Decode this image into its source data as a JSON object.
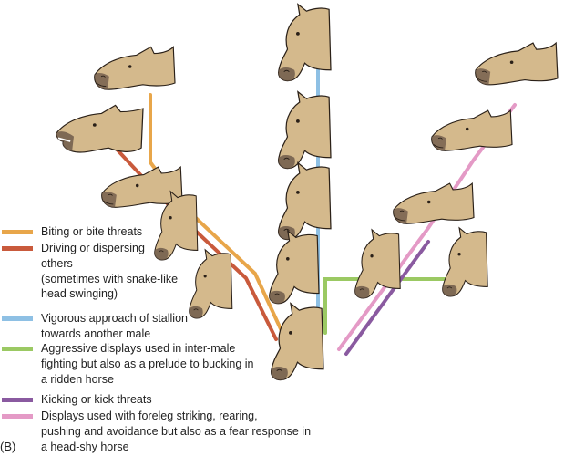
{
  "panel_label": "(B)",
  "legend": [
    {
      "color": "#e8a64a",
      "lines": [
        "Biting or bite threats"
      ]
    },
    {
      "color": "#c95a3c",
      "lines": [
        "Driving or dispersing",
        "others",
        "(sometimes with snake-like",
        "head swinging)"
      ]
    },
    {
      "color": "#8ec0e4",
      "lines": [
        "Vigorous approach of stallion",
        "towards another male"
      ]
    },
    {
      "color": "#9bc963",
      "lines": [
        "Aggressive displays used in inter-male",
        "fighting but also as a prelude to bucking in",
        "a ridden horse"
      ]
    },
    {
      "color": "#8a5aa0",
      "lines": [
        "Kicking or kick threats"
      ]
    },
    {
      "color": "#e49ac6",
      "lines": [
        "Displays used with foreleg striking, rearing,",
        "pushing and avoidance but also as a fear response in",
        "a head-shy horse"
      ]
    }
  ],
  "colors": {
    "coat": "#d4b98c",
    "coat_outline": "#2a2018",
    "muzzle": "#6f5a4a"
  }
}
